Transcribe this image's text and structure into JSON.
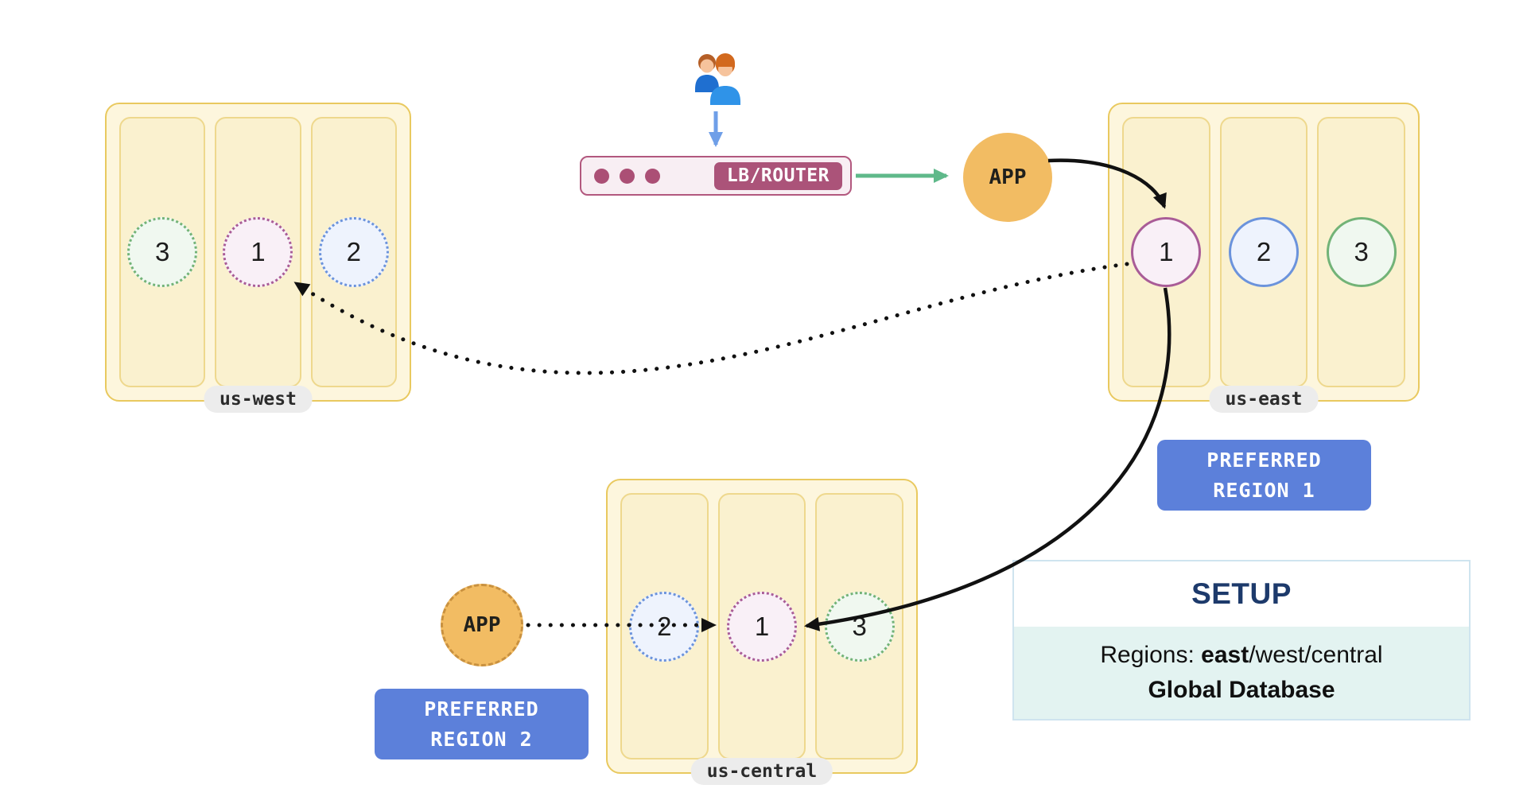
{
  "diagram": {
    "lb_router": {
      "label": "LB/ROUTER",
      "dots": 3
    },
    "app_primary": {
      "label": "APP"
    },
    "app_secondary": {
      "label": "APP"
    },
    "regions": {
      "us_west": {
        "label": "us-west",
        "nodes": [
          {
            "id": "3"
          },
          {
            "id": "1"
          },
          {
            "id": "2"
          }
        ]
      },
      "us_east": {
        "label": "us-east",
        "nodes": [
          {
            "id": "1"
          },
          {
            "id": "2"
          },
          {
            "id": "3"
          }
        ]
      },
      "us_central": {
        "label": "us-central",
        "nodes": [
          {
            "id": "2"
          },
          {
            "id": "1"
          },
          {
            "id": "3"
          }
        ]
      }
    },
    "preferred_region_1": {
      "line1": "PREFERRED",
      "line2": "REGION 1"
    },
    "preferred_region_2": {
      "line1": "PREFERRED",
      "line2": "REGION 2"
    },
    "setup_panel": {
      "title": "SETUP",
      "regions_label": "Regions: ",
      "regions_east": "east",
      "regions_rest": "/west/central",
      "global_db": "Global Database"
    },
    "colors": {
      "region_fill": "#fdf6dd",
      "region_border": "#e9c95f",
      "node_pink": "#a95c97",
      "node_blue": "#6b93dc",
      "node_green": "#72b377",
      "app_fill": "#f2bc63",
      "lb_accent": "#ab5379",
      "preferred_fill": "#5c80da",
      "setup_title": "#1d3a6b",
      "setup_body_bg": "#e3f3f1",
      "arrow_blue": "#6f9fe8",
      "arrow_green": "#5fb98a",
      "arrow_black": "#111111"
    }
  }
}
